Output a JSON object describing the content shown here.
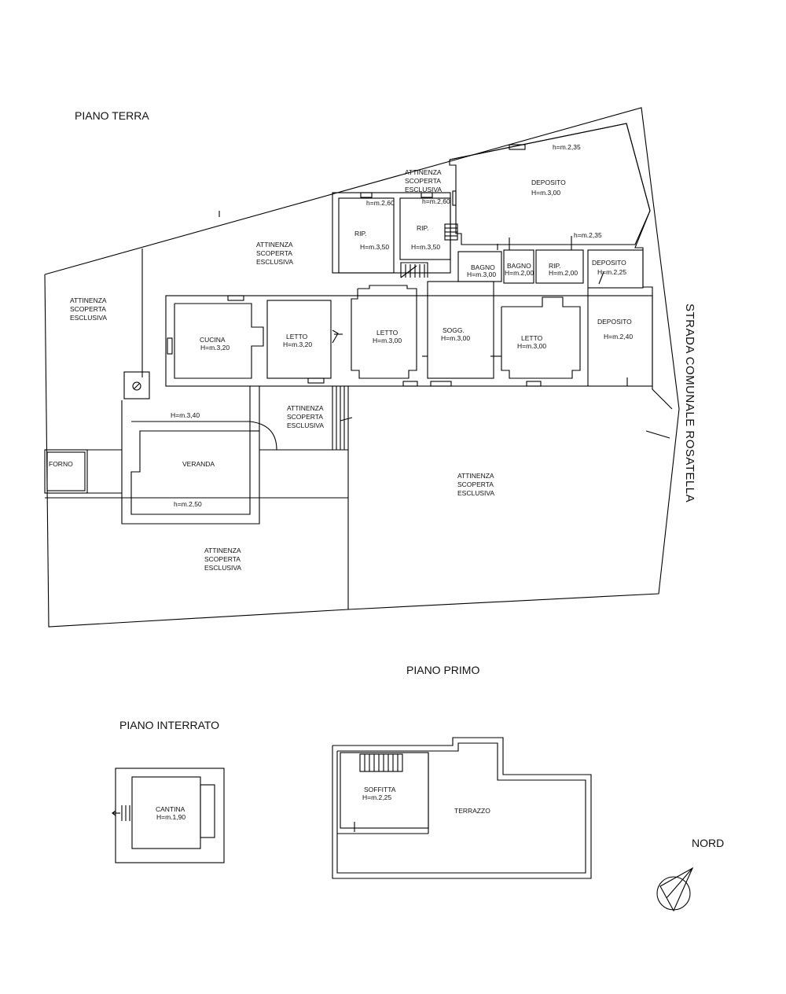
{
  "floors": {
    "ground": "PIANO TERRA",
    "first": "PIANO PRIMO",
    "basement": "PIANO INTERRATO"
  },
  "road": "STRADA COMUNALE ROSATELLA",
  "north": "NORD",
  "ground_rooms": {
    "deposito_big": {
      "name": "DEPOSITO",
      "height": "H=m.3,00"
    },
    "h235_top": "h=m.2,35",
    "attinenza_top": [
      "ATTINENZA",
      "SCOPERTA",
      "ESCLUSIVA"
    ],
    "h260_a": "h=m.2,60",
    "h260_b": "h=m.2,60",
    "rip1": {
      "name": "RIP.",
      "height": "H=m.3,50"
    },
    "rip2": {
      "name": "RIP.",
      "height": "H=m.3,50"
    },
    "h235_mid": "h=m.2,35",
    "attinenza_upper": [
      "ATTINENZA",
      "SCOPERTA",
      "ESCLUSIVA"
    ],
    "bagno1": {
      "name": "BAGNO",
      "height": "H=m.3,00"
    },
    "bagno2": {
      "name": "BAGNO",
      "height": "H=m.2,00"
    },
    "rip3": {
      "name": "RIP.",
      "height": "H=m.2,00"
    },
    "deposito_small": {
      "name": "DEPOSITO",
      "height": "H=m.2,25"
    },
    "attinenza_left": [
      "ATTINENZA",
      "SCOPERTA",
      "ESCLUSIVA"
    ],
    "cucina": {
      "name": "CUCINA",
      "height": "H=m.3,20"
    },
    "letto1": {
      "name": "LETTO",
      "height": "H=m.3,20"
    },
    "letto2": {
      "name": "LETTO",
      "height": "H=m.3,00"
    },
    "sogg": {
      "name": "SOGG.",
      "height": "H=m.3,00"
    },
    "letto3": {
      "name": "LETTO",
      "height": "H=m.3,00"
    },
    "deposito_right": {
      "name": "DEPOSITO",
      "height": "H=m.2,40"
    },
    "h340": "H=m.3,40",
    "attinenza_center": [
      "ATTINENZA",
      "SCOPERTA",
      "ESCLUSIVA"
    ],
    "forno": "FORNO",
    "veranda": "VERANDA",
    "h250": "h=m.2,50",
    "attinenza_right": [
      "ATTINENZA",
      "SCOPERTA",
      "ESCLUSIVA"
    ],
    "attinenza_bottom": [
      "ATTINENZA",
      "SCOPERTA",
      "ESCLUSIVA"
    ]
  },
  "basement_rooms": {
    "cantina": {
      "name": "CANTINA",
      "height": "H=m.1,90"
    }
  },
  "first_rooms": {
    "soffitta": {
      "name": "SOFFITTA",
      "height": "H=m.2,25"
    },
    "terrazzo": "TERRAZZO"
  }
}
